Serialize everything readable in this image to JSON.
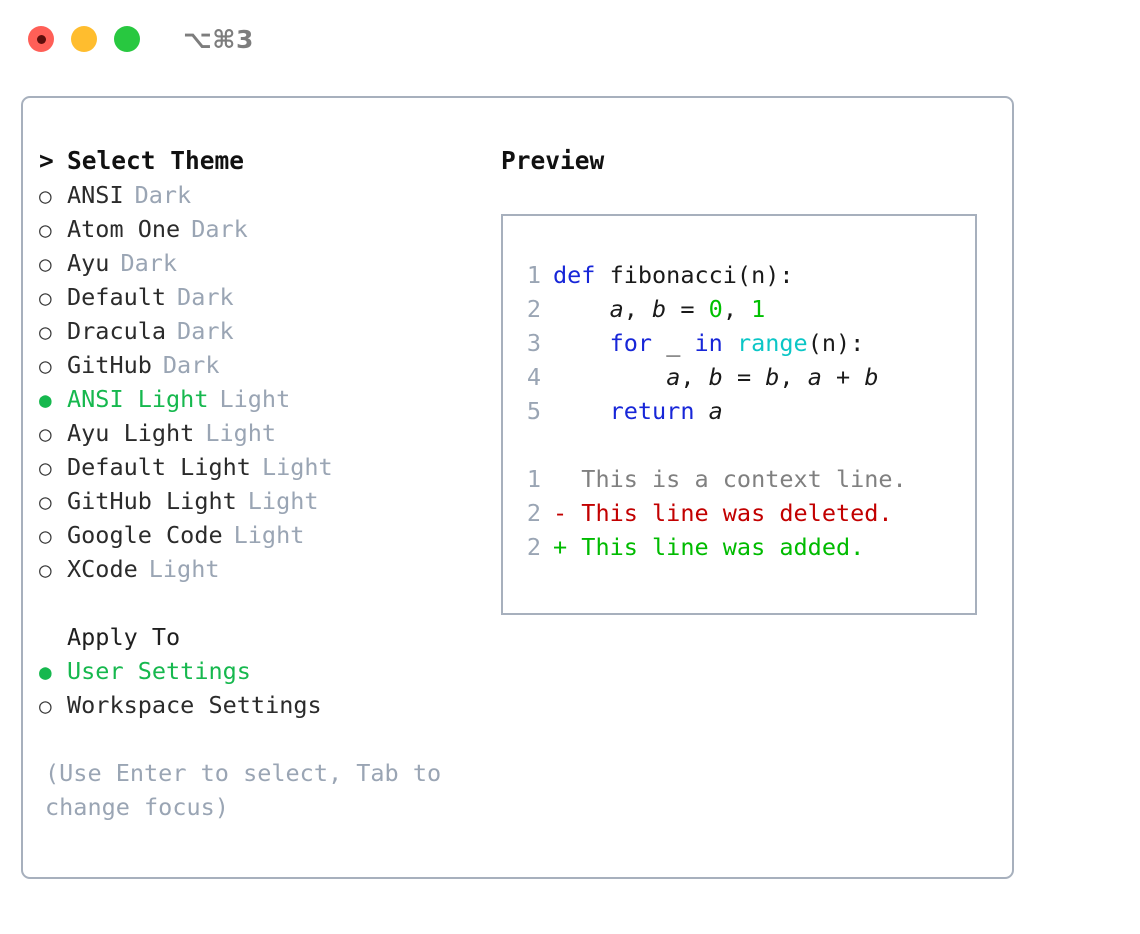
{
  "window": {
    "title": "⌥⌘3",
    "lights": [
      {
        "name": "close",
        "color": "#ff5f57"
      },
      {
        "name": "minimize",
        "color": "#ffbd2e"
      },
      {
        "name": "maximize",
        "color": "#28c840"
      }
    ]
  },
  "theme_picker": {
    "caret": ">",
    "heading": "Select Theme",
    "bullet_on": "●",
    "bullet_off": "○",
    "items": [
      {
        "name": "ANSI",
        "kind": "Dark",
        "selected": false
      },
      {
        "name": "Atom One",
        "kind": "Dark",
        "selected": false
      },
      {
        "name": "Ayu",
        "kind": "Dark",
        "selected": false
      },
      {
        "name": "Default",
        "kind": "Dark",
        "selected": false
      },
      {
        "name": "Dracula",
        "kind": "Dark",
        "selected": false
      },
      {
        "name": "GitHub",
        "kind": "Dark",
        "selected": false
      },
      {
        "name": "ANSI Light",
        "kind": "Light",
        "selected": true
      },
      {
        "name": "Ayu Light",
        "kind": "Light",
        "selected": false
      },
      {
        "name": "Default Light",
        "kind": "Light",
        "selected": false
      },
      {
        "name": "GitHub Light",
        "kind": "Light",
        "selected": false
      },
      {
        "name": "Google Code",
        "kind": "Light",
        "selected": false
      },
      {
        "name": "XCode",
        "kind": "Light",
        "selected": false
      }
    ]
  },
  "apply_to": {
    "label": "Apply To",
    "options": [
      {
        "name": "User Settings",
        "selected": true
      },
      {
        "name": "Workspace Settings",
        "selected": false
      }
    ]
  },
  "hint": "(Use Enter to select, Tab to change focus)",
  "preview": {
    "title": "Preview",
    "code_lines": [
      {
        "number": "1",
        "tokens": [
          {
            "text": "def ",
            "style": "kw"
          },
          {
            "text": "fibonacci(n):",
            "style": "plain"
          }
        ]
      },
      {
        "number": "2",
        "tokens": [
          {
            "text": "    ",
            "style": "plain"
          },
          {
            "text": "a",
            "style": "var"
          },
          {
            "text": ", ",
            "style": "plain"
          },
          {
            "text": "b",
            "style": "var"
          },
          {
            "text": " = ",
            "style": "plain"
          },
          {
            "text": "0",
            "style": "num"
          },
          {
            "text": ", ",
            "style": "plain"
          },
          {
            "text": "1",
            "style": "num"
          }
        ]
      },
      {
        "number": "3",
        "tokens": [
          {
            "text": "    ",
            "style": "plain"
          },
          {
            "text": "for",
            "style": "kw"
          },
          {
            "text": " _ ",
            "style": "plain"
          },
          {
            "text": "in",
            "style": "kw"
          },
          {
            "text": " ",
            "style": "plain"
          },
          {
            "text": "range",
            "style": "fn"
          },
          {
            "text": "(n):",
            "style": "plain"
          }
        ]
      },
      {
        "number": "4",
        "tokens": [
          {
            "text": "        ",
            "style": "plain"
          },
          {
            "text": "a",
            "style": "var"
          },
          {
            "text": ", ",
            "style": "plain"
          },
          {
            "text": "b",
            "style": "var"
          },
          {
            "text": " = ",
            "style": "plain"
          },
          {
            "text": "b",
            "style": "var"
          },
          {
            "text": ", ",
            "style": "plain"
          },
          {
            "text": "a",
            "style": "var"
          },
          {
            "text": " + ",
            "style": "plain"
          },
          {
            "text": "b",
            "style": "var"
          }
        ]
      },
      {
        "number": "5",
        "tokens": [
          {
            "text": "    ",
            "style": "plain"
          },
          {
            "text": "return",
            "style": "kw"
          },
          {
            "text": " ",
            "style": "plain"
          },
          {
            "text": "a",
            "style": "var"
          }
        ]
      },
      {
        "number": "",
        "tokens": []
      },
      {
        "number": "1",
        "tokens": [
          {
            "text": "  This is a context line.",
            "style": "ctx"
          }
        ]
      },
      {
        "number": "2",
        "tokens": [
          {
            "text": "- This line was deleted.",
            "style": "del"
          }
        ]
      },
      {
        "number": "2",
        "tokens": [
          {
            "text": "+ This line was added.",
            "style": "add"
          }
        ]
      }
    ]
  },
  "colors": {
    "accent_green": "#16b84e",
    "muted": "#9aa5b4",
    "border": "#a7b0bd",
    "keyword": "#1726d8",
    "function": "#0bc6c6",
    "number": "#00c000",
    "diff_deleted": "#c20000",
    "diff_added": "#00bb00",
    "diff_context": "#808080"
  }
}
